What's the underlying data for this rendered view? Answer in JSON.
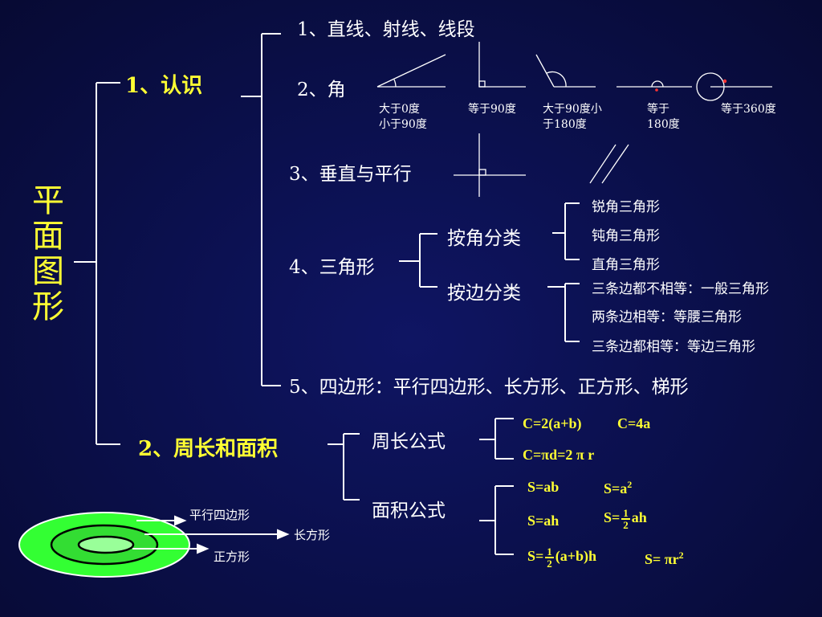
{
  "main_title": "平面图形",
  "section1": {
    "title": "1、认识",
    "item1": "1、直线、射线、线段",
    "item2": "2、角",
    "angles": [
      "大于0度\n小于90度",
      "等于90度",
      "大于90度小\n于180度",
      "等于\n180度",
      "等于360度"
    ],
    "item3": "3、垂直与平行",
    "item4": "4、三角形",
    "by_angle": "按角分类",
    "by_side": "按边分类",
    "by_angle_types": [
      "锐角三角形",
      "钝角三角形",
      "直角三角形"
    ],
    "by_side_types": [
      "三条边都不相等：一般三角形",
      "两条边相等：等腰三角形",
      "三条边都相等：等边三角形"
    ],
    "item5": "5、四边形：平行四边形、长方形、正方形、梯形"
  },
  "section2": {
    "title": "2、周长和面积",
    "perimeter_label": "周长公式",
    "area_label": "面积公式",
    "perimeter_formulas": [
      "C=2(a+b)",
      "C=4a",
      "C=πd=2 π r"
    ],
    "area": {
      "s_ab": "S=ab",
      "s_a2": "S=a",
      "s_a2_exp": "2",
      "s_ah": "S=ah",
      "tri_prefix": "S=",
      "tri_num": "1",
      "tri_den": "2",
      "tri_suffix": "ah",
      "trap_prefix": "S=",
      "trap_num": "1",
      "trap_den": "2",
      "trap_suffix": "(a+b)h",
      "circle": "S= πr",
      "circle_exp": "2"
    }
  },
  "venn": {
    "labels": [
      "平行四边形",
      "长方形",
      "正方形"
    ],
    "colors": {
      "outer": "#33ff33",
      "middle": "#33dd33",
      "inner": "#99ff99"
    }
  },
  "colors": {
    "accent_yellow": "#ffff33",
    "line": "#ffffff",
    "background": "#0b104e"
  }
}
